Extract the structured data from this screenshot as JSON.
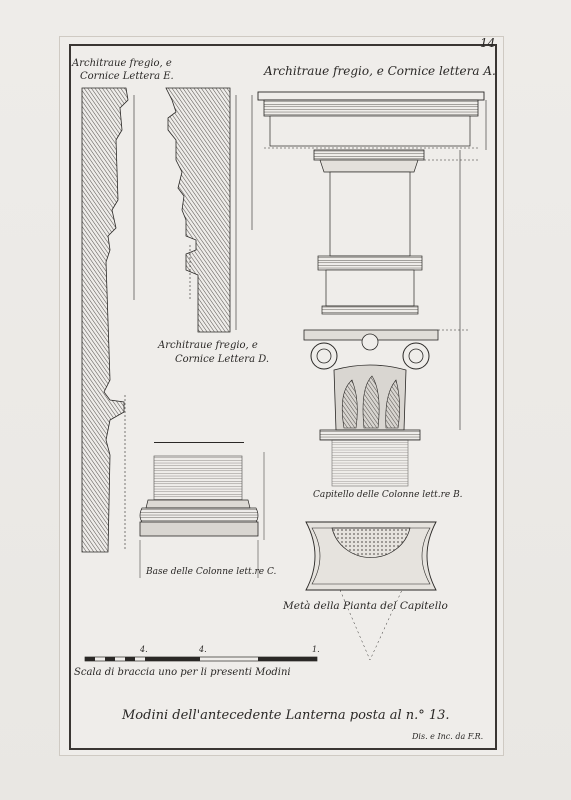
{
  "plate": {
    "number": "14",
    "credit": "Dis. e Inc. da F.R."
  },
  "labels": {
    "cornice_e_line1": "Architraue fregio, e",
    "cornice_e_line2": "Cornice Lettera E.",
    "cornice_a": "Architraue fregio, e Cornice lettera A.",
    "cornice_d_line1": "Architraue fregio, e",
    "cornice_d_line2": "Cornice Lettera D.",
    "capitello_b": "Capitello delle Colonne lett.re B.",
    "base_c": "Base delle Colonne lett.re C.",
    "pianta": "Metà della Pianta del Capitello",
    "scala": "Scala di braccia uno per li presenti Modini",
    "main_title": "Modini dell'antecedente Lanterna posta al n.° 13."
  },
  "scale_marks": [
    "4.",
    "4.",
    "1."
  ],
  "colors": {
    "ink": "#2a2826",
    "hatch": "#6e6a66",
    "paper": "#efedea"
  }
}
